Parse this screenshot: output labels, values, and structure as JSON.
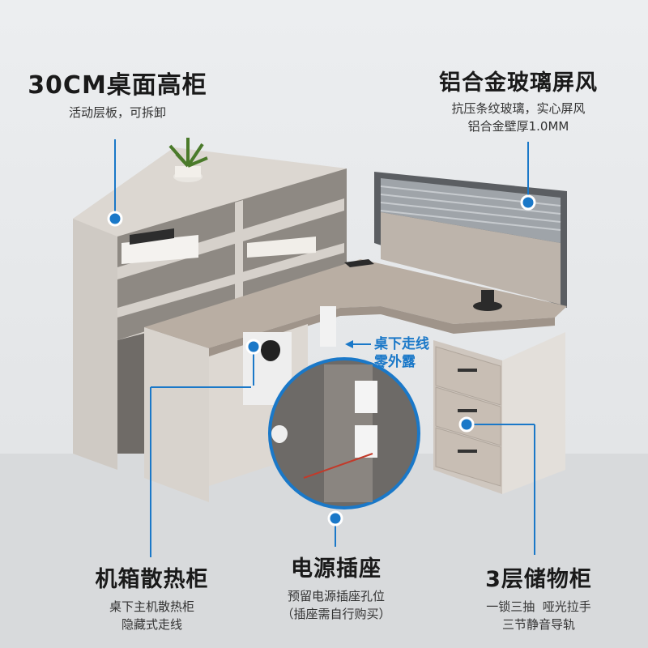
{
  "top_left": {
    "title": "30CM桌面高柜",
    "desc": "活动层板，可拆卸"
  },
  "top_right": {
    "title": "铝合金玻璃屏风",
    "desc_line1": "抗压条纹玻璃，实心屏风",
    "desc_line2": "铝合金壁厚1.0MM"
  },
  "callout": {
    "line1": "桌下走线",
    "line2": "零外露"
  },
  "bottom_left": {
    "title": "机箱散热柜",
    "desc_line1": "桌下主机散热柜",
    "desc_line2": "隐藏式走线"
  },
  "bottom_center": {
    "title": "电源插座",
    "desc_line1": "预留电源插座孔位",
    "desc_line2": "（插座需自行购买）"
  },
  "bottom_right": {
    "title": "3层储物柜",
    "desc_line1": "一锁三抽  哑光拉手",
    "desc_line2": "三节静音导轨"
  },
  "colors": {
    "accent": "#1a78c8",
    "wood": "#b7aea4",
    "panel": "#dcd8d3",
    "dark_shelf": "#8a8580"
  }
}
